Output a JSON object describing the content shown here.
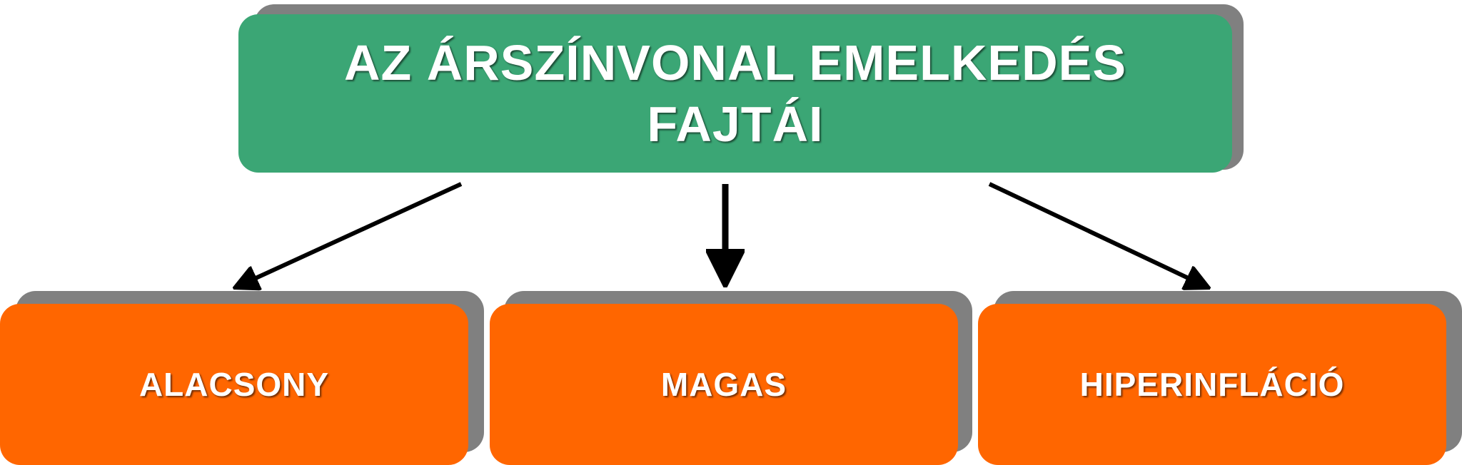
{
  "diagram": {
    "root": {
      "title_line1": "AZ ÁRSZÍNVONAL EMELKEDÉS",
      "title_line2": "FAJTÁI"
    },
    "children": [
      {
        "label": "ALACSONY"
      },
      {
        "label": "MAGAS"
      },
      {
        "label": "HIPERINFLÁCIÓ"
      }
    ],
    "colors": {
      "root": "#3BA675",
      "children": "#FF6600",
      "shadow": "#808080",
      "text": "#FFFFFF",
      "arrow": "#000000"
    }
  }
}
